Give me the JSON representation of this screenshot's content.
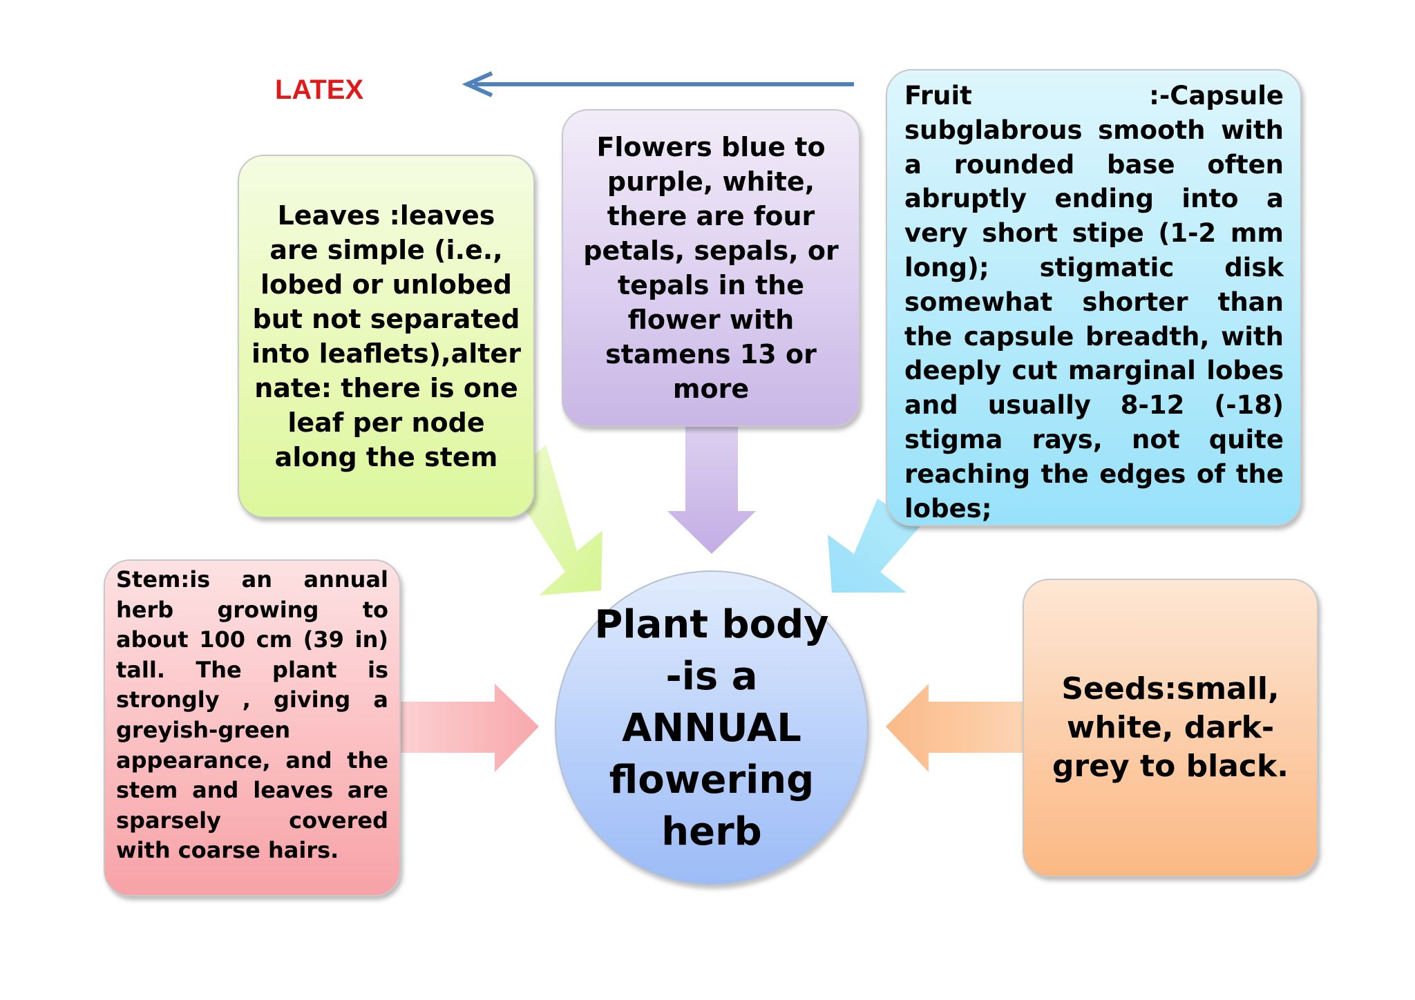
{
  "latex_label": "LATEX",
  "leaves_text": "Leaves :leaves are simple (i.e., lobed or unlobed but not separated into leaflets),alter nate: there is one leaf per node along the stem",
  "flowers_text": "Flowers blue to purple, white, there are four petals, sepals, or tepals in the flower with stamens 13 or more",
  "fruit_text": "Fruit :-Capsule subglabrous smooth with a rounded base often abruptly ending into a very short stipe (1-2 mm long); stigmatic disk somewhat shorter than the capsule breadth, with deeply cut marginal lobes and usually 8-12 (-18) stigma rays, not quite reaching the edges of the lobes;",
  "stem_text": "Stem:is an annual herb growing to about 100 cm (39 in) tall. The plant is strongly , giving a greyish-green appearance, and the stem and leaves are sparsely covered with coarse hairs.",
  "seeds_text": "Seeds:small, white, dark-grey to black.",
  "center_text": "Plant body -is a ANNUAL flowering herb",
  "colors": {
    "latex_text": "#e01a1a",
    "latex_arrow": "#4f81bd",
    "leaves_fill": "#e2f8b0",
    "flowers_fill": "#d6c6ee",
    "fruit_fill": "#aee8fb",
    "stem_fill": "#fab6ba",
    "seeds_fill": "#fcc89e",
    "center_fill": "#b4ccf8"
  }
}
